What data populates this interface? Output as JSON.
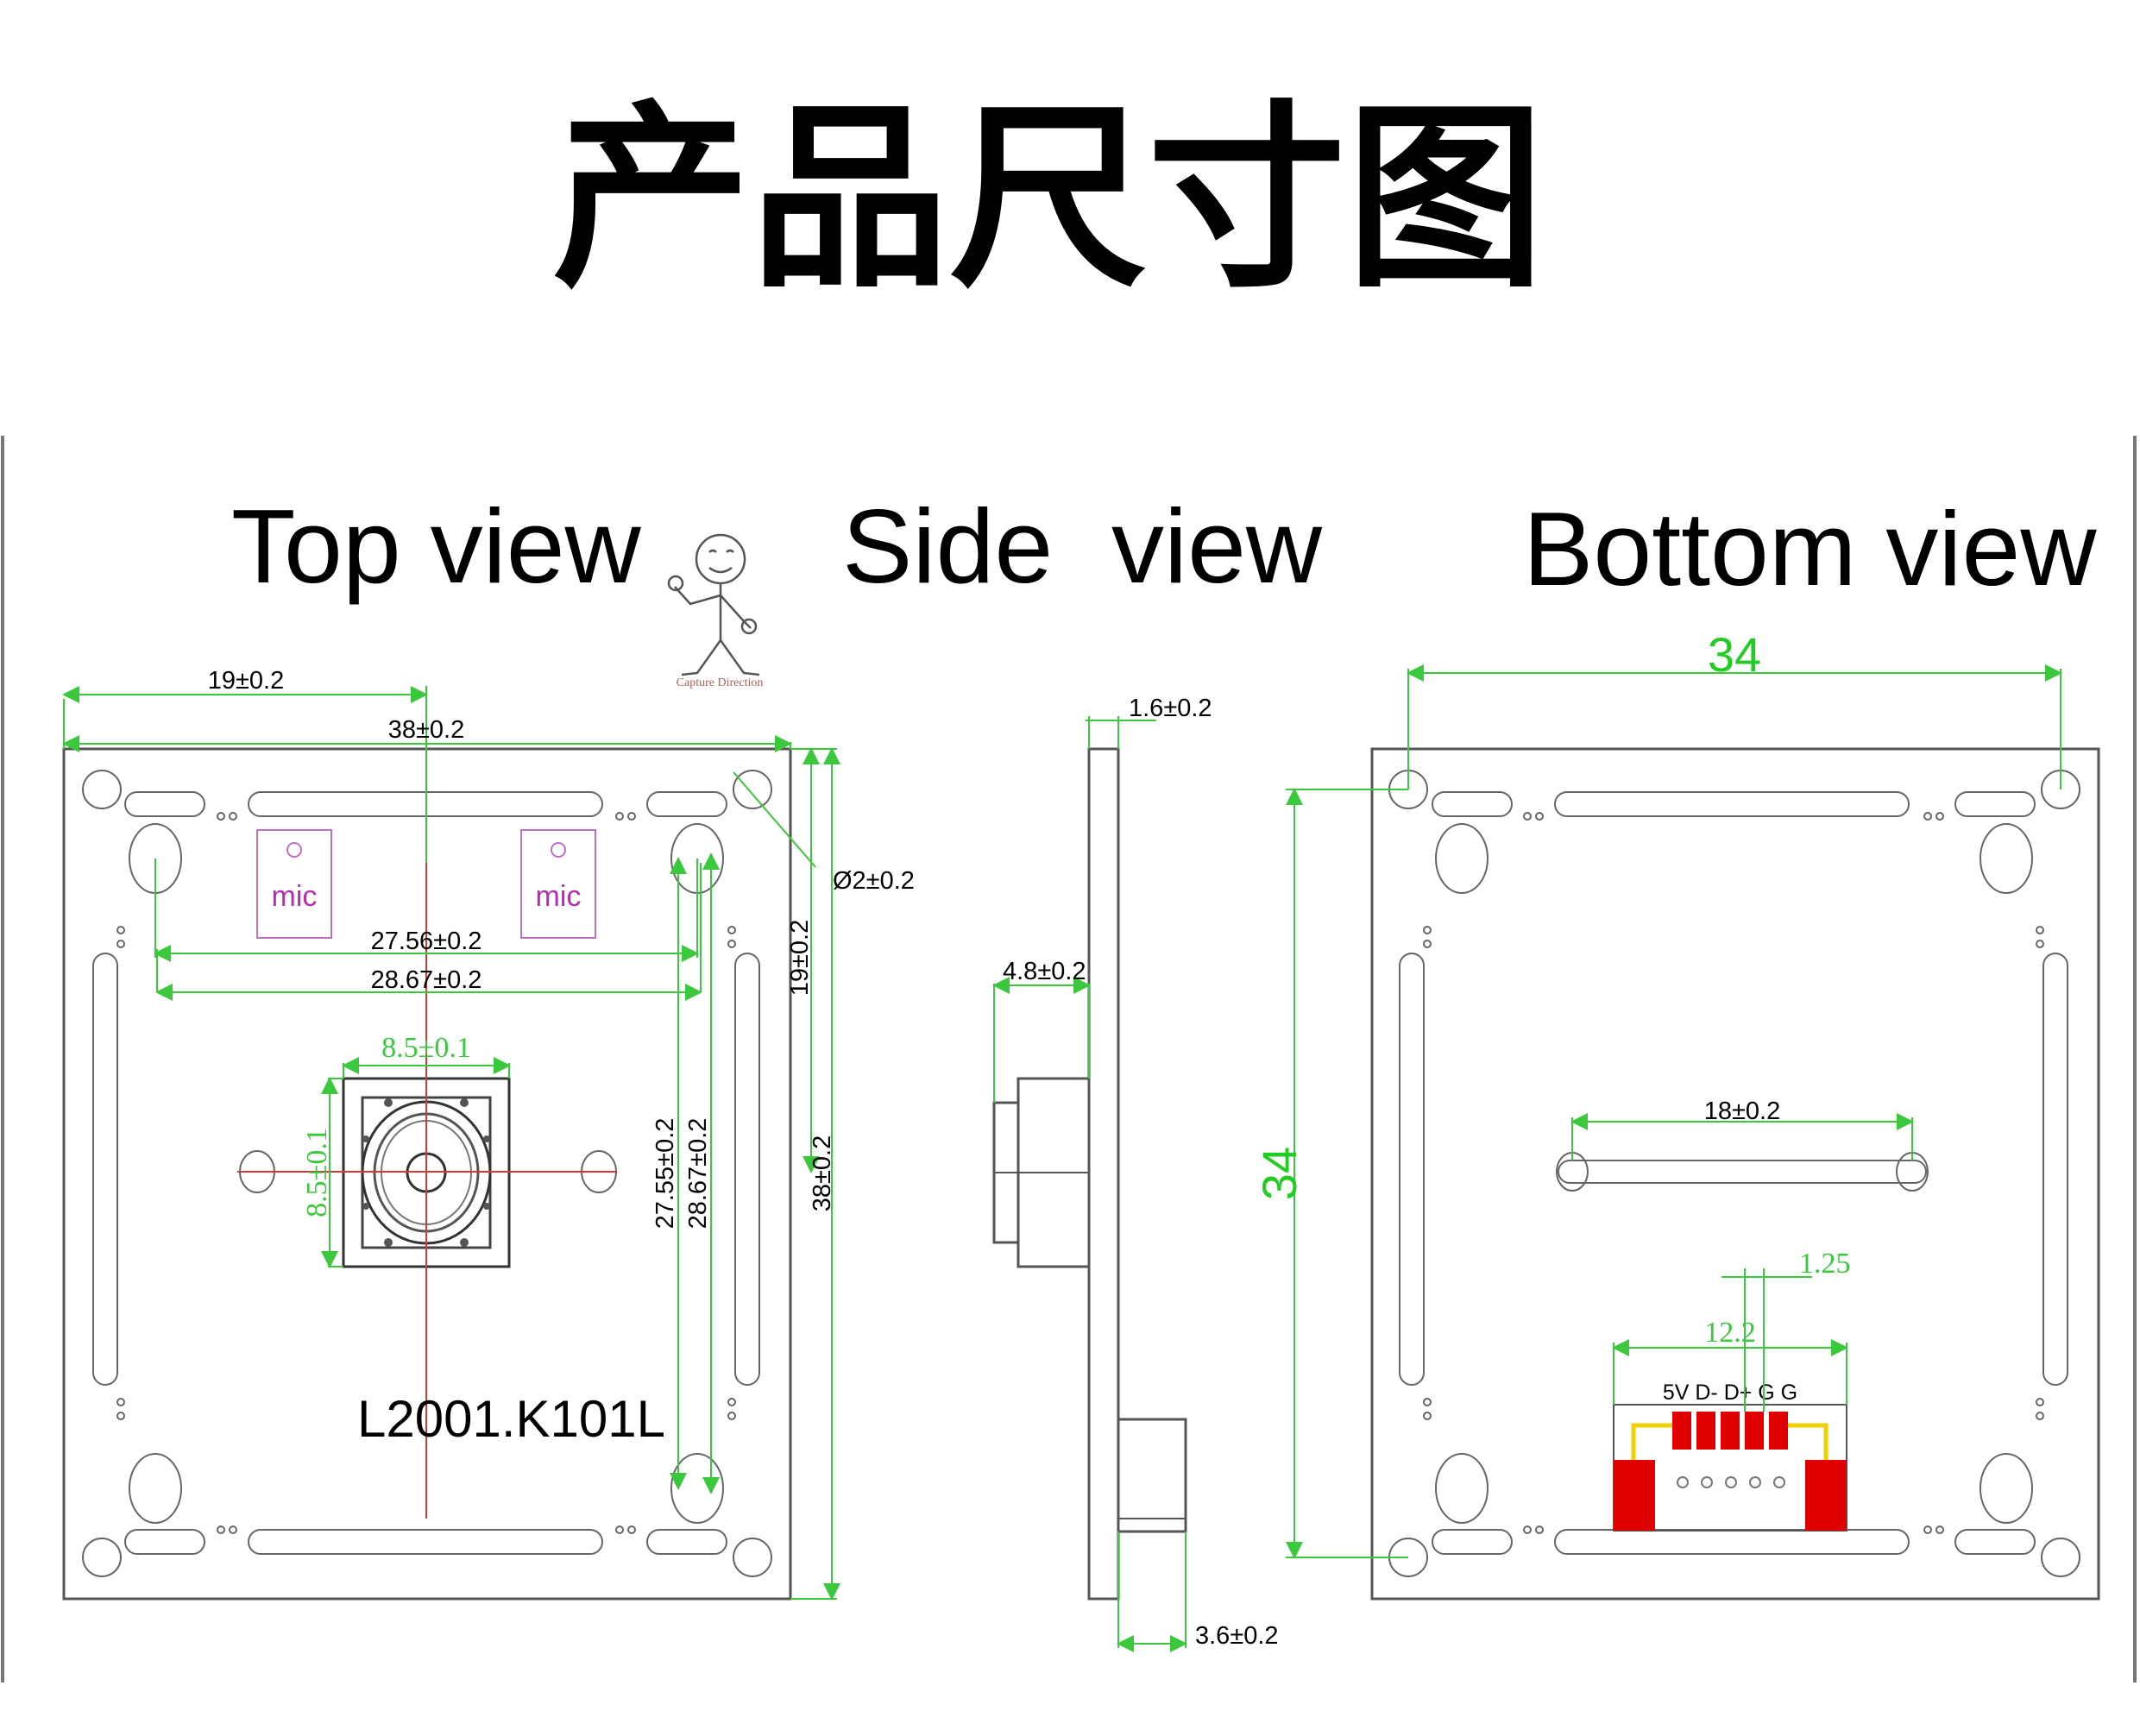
{
  "title": "产品尺寸图",
  "views": {
    "top": "Top view",
    "side": "Side  view",
    "bottom": "Bottom view"
  },
  "capture_direction_label": "Capture Direction",
  "top_view": {
    "dims": {
      "half_width": "19±0.2",
      "width": "38±0.2",
      "hole_dia": "Ø2±0.2",
      "hole_span_inner": "27.56±0.2",
      "hole_span_outer": "28.67±0.2",
      "half_height": "19±0.2",
      "height": "38±0.2",
      "v_span_inner": "27.55±0.2",
      "v_span_outer": "28.67±0.2",
      "lens_w": "8.5±0.1",
      "lens_h": "8.5±0.1"
    },
    "mic_label": "mic",
    "model": "L2001.K101L"
  },
  "side_view": {
    "dims": {
      "board_thickness": "1.6±0.2",
      "lens_height": "4.8±0.2",
      "connector_height": "3.6±0.2"
    }
  },
  "bottom_view": {
    "dims": {
      "width": "34",
      "height": "34",
      "hole_span": "18±0.2",
      "connector_width": "12.2",
      "pin_pitch": "1.25"
    },
    "pin_labels": "5V D- D+ G G"
  },
  "colors": {
    "dimension_line": "#3cc83c",
    "centerline": "#d43a3a",
    "connector_pad": "#e00000",
    "connector_wire": "#f0d000",
    "mic_label": "#b030b0"
  }
}
